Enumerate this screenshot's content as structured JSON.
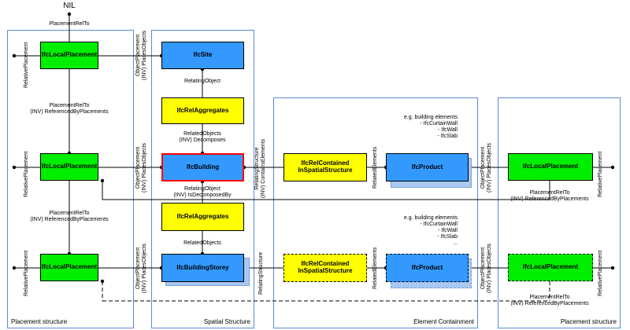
{
  "nil": "NIL",
  "panels": {
    "placement_left": "Placement structure",
    "spatial": "Spatial Structure",
    "containment": "Element Containment",
    "placement_right": "Placement structure"
  },
  "boxes": {
    "lp_top": "IfcLocalPlacement",
    "lp_mid": "IfcLocalPlacement",
    "lp_bot": "IfcLocalPlacement",
    "site": "IfcSite",
    "agg1": "IfcRelAggregates",
    "building": "IfcBuilding",
    "agg2": "IfcRelAggregates",
    "storey": "IfcBuildingStorey",
    "rel1_line1": "IfcRelContained",
    "rel1_line2": "InSpatialStructure",
    "rel2_line1": "IfcRelContained",
    "rel2_line2": "InSpatialStructure",
    "product1": "IfcProduct",
    "product2": "IfcProduct",
    "lp_right1": "IfcLocalPlacement",
    "lp_right2": "IfcLocalPlacement"
  },
  "labels": {
    "placement_rel_to_top": "PlacementRelTo",
    "relative_placement": "RelativePlacement",
    "placement_rel_to": "PlacementRelTo",
    "inv_referenced_by_placements": "(INV) ReferencedByPlacements",
    "object_placement": "ObjectPlacement",
    "inv_places_object": "(INV) PlacesObjects",
    "relating_object": "RelatingObject",
    "related_objects": "RelatedObjects",
    "inv_decomposes": "(INV) Decomposes",
    "inv_is_decomposed_by": "(INV) IsDecomposedBy",
    "relating_structure": "RelatingStructure",
    "inv_contains_elements": "(INV) ContainsElements",
    "related_elements": "RelatedElements",
    "eg_building_elements": "e.g. building elements",
    "eg_curtain_wall": "- IfcCurtainWall",
    "eg_wall": "- IfcWall",
    "eg_slab": "- IfcSlab",
    "ellipsis": "..."
  }
}
